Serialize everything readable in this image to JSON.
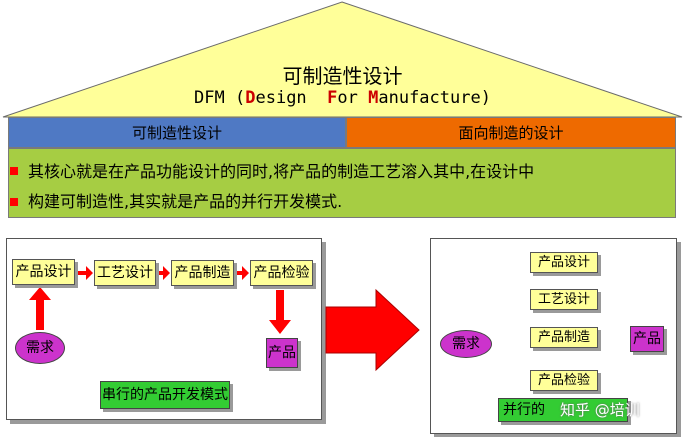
{
  "header": {
    "title": "可制造性设计",
    "subtitle_parts": [
      {
        "text": "DFM (",
        "hl": false
      },
      {
        "text": "D",
        "hl": true
      },
      {
        "text": "esign  ",
        "hl": false
      },
      {
        "text": "F",
        "hl": true
      },
      {
        "text": "or ",
        "hl": false
      },
      {
        "text": "M",
        "hl": true
      },
      {
        "text": "anufacture)",
        "hl": false
      }
    ]
  },
  "bands": {
    "left": "可制造性设计",
    "right": "面向制造的设计"
  },
  "description": {
    "line1": "其核心就是在产品功能设计的同时,将产品的制造工艺溶入其中,在设计中",
    "line2": "构建可制造性,其实就是产品的并行开发模式."
  },
  "serial": {
    "nodes": [
      "产品设计",
      "工艺设计",
      "产品制造",
      "产品检验"
    ],
    "demand": "需求",
    "product": "产品",
    "caption": "串行的产品开发模式"
  },
  "parallel": {
    "nodes": [
      "产品设计",
      "工艺设计",
      "产品制造",
      "产品检验"
    ],
    "demand": "需求",
    "product": "产品",
    "caption_visible": "并行的",
    "watermark": "知乎 @培训"
  },
  "colors": {
    "roof": "#ffff99",
    "band_left": "#4f79c4",
    "band_right": "#ee6a00",
    "desc_bg": "#a6cd43",
    "arrow_red": "#ff0000",
    "node_fill": "#ffff99",
    "demand_fill": "#cc33cc",
    "caption_fill": "#33cc33"
  }
}
